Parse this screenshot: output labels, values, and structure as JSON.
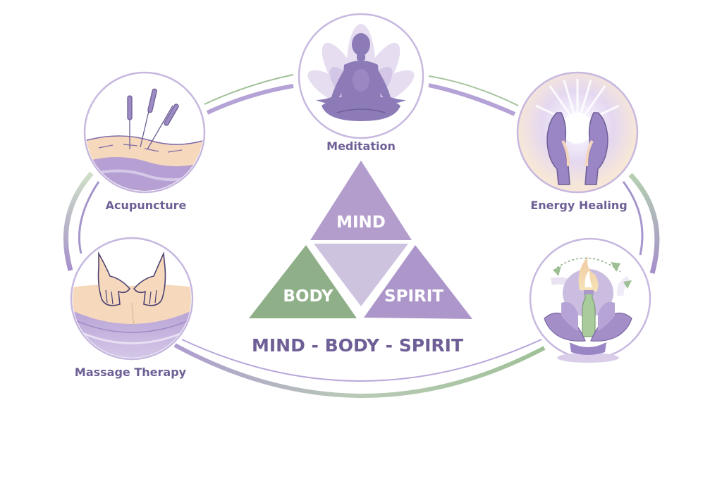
{
  "diagram": {
    "title": "MIND - BODY - SPIRIT",
    "core": [
      {
        "id": "mind",
        "label": "MIND",
        "color": "#b39dcc"
      },
      {
        "id": "body",
        "label": "BODY",
        "color": "#8faf88"
      },
      {
        "id": "spirit",
        "label": "SPIRIT",
        "color": "#ad96ca"
      },
      {
        "id": "center",
        "label": "",
        "color": "#cdc3df"
      }
    ],
    "practices": [
      {
        "id": "meditation",
        "label": "Meditation",
        "icon": "meditation-icon"
      },
      {
        "id": "acupuncture",
        "label": "Acupuncture",
        "icon": "acupuncture-needles-icon"
      },
      {
        "id": "energy-healing",
        "label": "Energy Healing",
        "icon": "energy-healing-hands-icon"
      },
      {
        "id": "massage-therapy",
        "label": "Massage Therapy",
        "icon": "massage-hands-icon"
      },
      {
        "id": "aromatherapy",
        "label": "",
        "icon": "aromatherapy-flame-bottle-icon"
      }
    ],
    "colors": {
      "lavender": "#a48ec8",
      "lavender_dark": "#7b6aa6",
      "sage": "#9dbf93",
      "text": "#6e5f96",
      "ring": "#b9a8d6"
    }
  }
}
